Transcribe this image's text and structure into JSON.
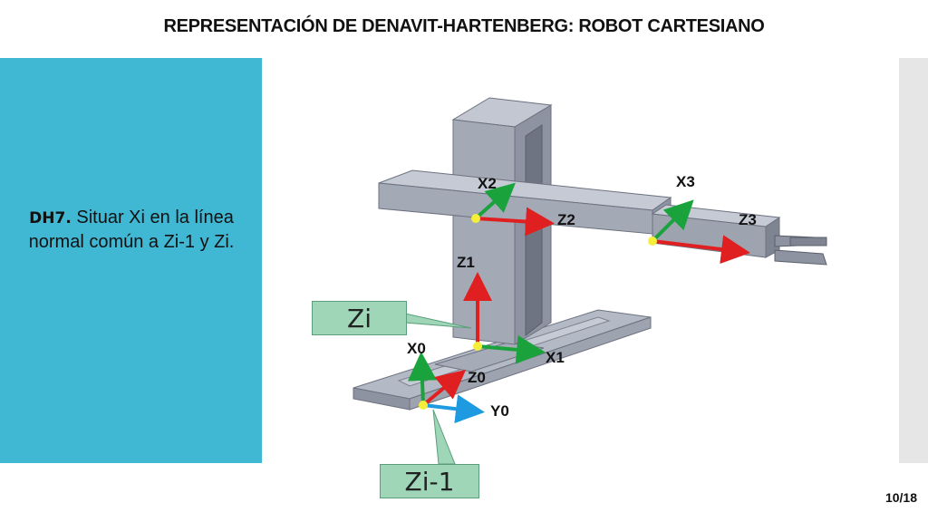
{
  "slide": {
    "title": "REPRESENTACIÓN DE DENAVIT-HARTENBERG: ROBOT CARTESIANO",
    "step_label": "DH7.",
    "step_text": "Situar Xi en la línea normal común a Zi-1 y Zi.",
    "page_number": "10/18"
  },
  "callouts": {
    "zi": "Zi",
    "zi_minus_1": "Zi-1"
  },
  "axes": {
    "x0": "X0",
    "y0": "Y0",
    "z0": "Z0",
    "x1": "X1",
    "z1": "Z1",
    "x2": "X2",
    "z2": "Z2",
    "x3": "X3",
    "z3": "Z3"
  },
  "colors": {
    "panel": "#40b7d3",
    "x_axis": "#1aa33c",
    "z_axis": "#e02020",
    "y_axis": "#1e9be0",
    "origin": "#f5ef3a",
    "callout": "#9fd6b8"
  }
}
